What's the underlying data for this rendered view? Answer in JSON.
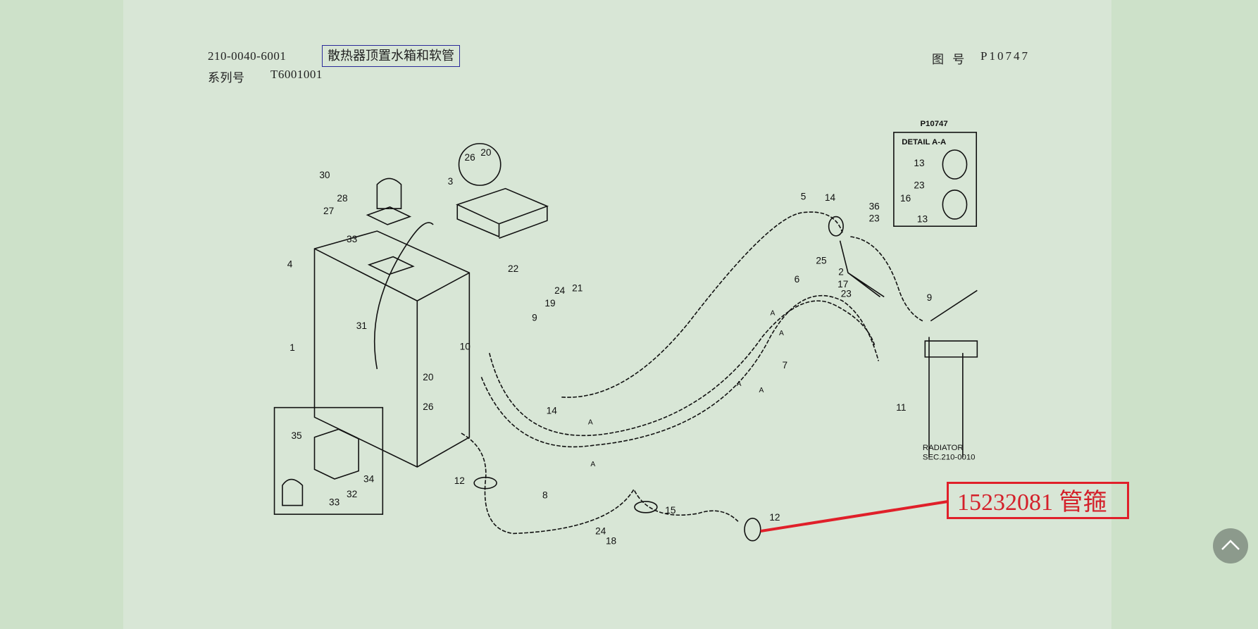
{
  "header": {
    "doc_number": "210-0040-6001",
    "title": "散热器顶置水箱和软管",
    "series_label": "系列号",
    "series_value": "T6001001",
    "figure_label": "图 号",
    "figure_value": "P10747"
  },
  "diagram": {
    "figure_id": "P10747",
    "detail_title": "DETAIL A-A",
    "detail_callouts": [
      "13",
      "23",
      "16",
      "13"
    ],
    "radiator_label_1": "RADIATOR",
    "radiator_label_2": "SEC.210-0010",
    "section_marker": "A",
    "callouts": [
      "30",
      "28",
      "27",
      "33",
      "4",
      "1",
      "31",
      "3",
      "26",
      "20",
      "22",
      "24",
      "21",
      "19",
      "9",
      "10",
      "20",
      "26",
      "14",
      "12",
      "8",
      "15",
      "24",
      "18",
      "12",
      "35",
      "33",
      "32",
      "34",
      "5",
      "14",
      "36",
      "23",
      "25",
      "2",
      "17",
      "23",
      "9",
      "6",
      "7",
      "11"
    ]
  },
  "annotation": {
    "text": "15232081 管箍",
    "color": "#e0202a"
  },
  "scroll_top": {
    "icon": "chevron-up-icon"
  }
}
